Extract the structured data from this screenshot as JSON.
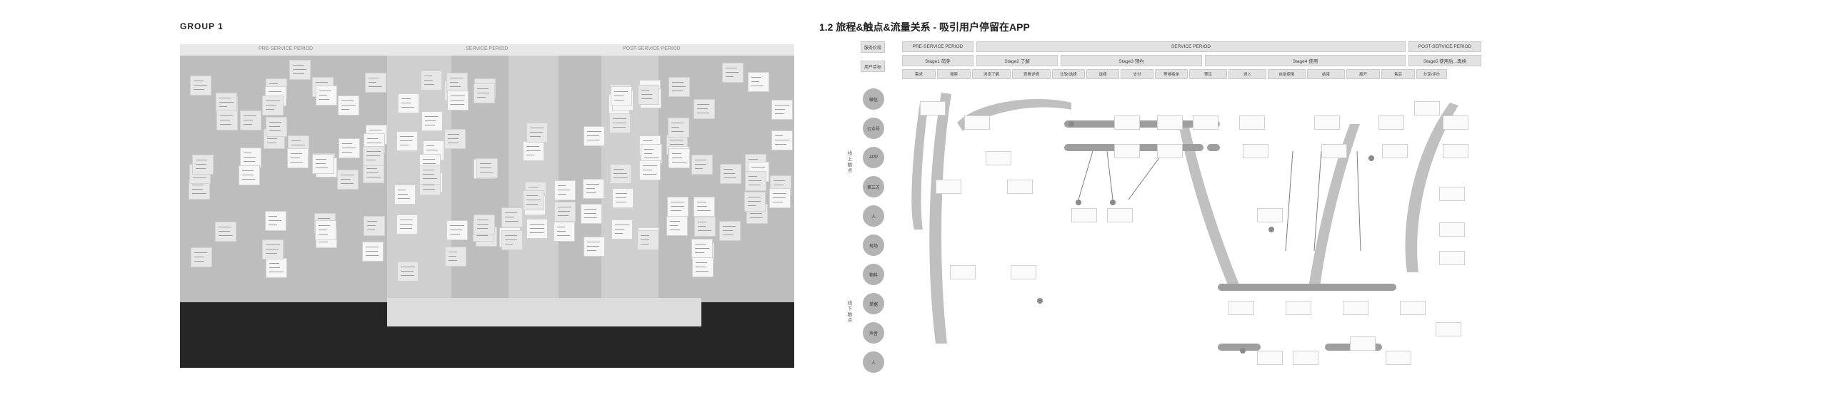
{
  "group_title": "GROUP 1",
  "diagram_title": "1.2 旅程&触点&流量关系 - 吸引用户停留在APP",
  "photo": {
    "header_labels": [
      "PRE-SERVICE PERIOD",
      "SERVICE PERIOD",
      "POST-SERVICE PERIOD"
    ]
  },
  "diagram": {
    "row_headers": [
      "服务阶段",
      "用户目标"
    ],
    "periods": [
      "PRE-SERVICE PERIOD",
      "SERVICE PERIOD",
      "POST-SERVICE PERIOD"
    ],
    "stages": [
      "Stage1 萌芽",
      "Stage2 了解",
      "Stage3 预约",
      "Stage4 使用",
      "Stage5 使用后...再续"
    ],
    "steps": [
      "需求",
      "搜索",
      "浏览了解",
      "查看详情",
      "比较/选择",
      "选择",
      "支付",
      "等候接单",
      "预见",
      "进入",
      "自助使用",
      "结束",
      "离开",
      "售后",
      "分享/评价"
    ],
    "touchpoints": [
      "微信",
      "公众号",
      "APP",
      "第三方",
      "人",
      "现场",
      "物料",
      "单据",
      "声音",
      "人"
    ],
    "side_labels": [
      "线上触点",
      "线下触点"
    ]
  }
}
